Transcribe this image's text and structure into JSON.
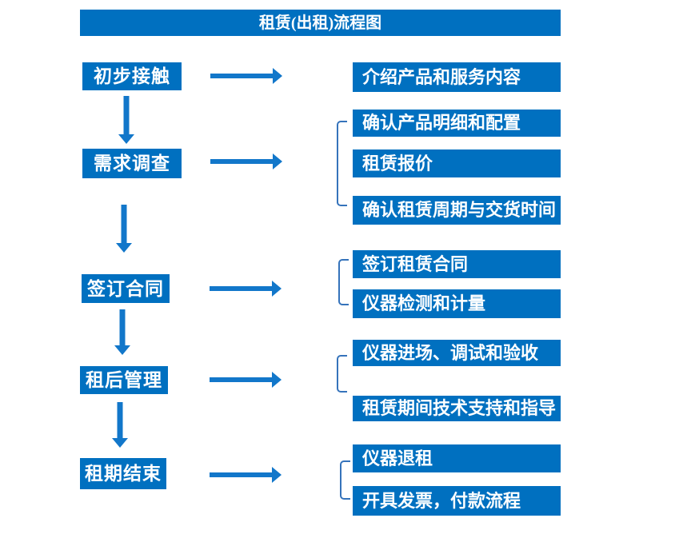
{
  "title": "租赁(出租)流程图",
  "colors": {
    "box_blue": "#0070C0",
    "arrow_blue": "#1277CA",
    "bracket_blue": "#3573BB",
    "text_white": "#FFFFFF",
    "background": "#FFFFFF"
  },
  "steps": [
    {
      "label": "初步接触",
      "details": [
        "介绍产品和服务内容"
      ]
    },
    {
      "label": "需求调查",
      "details": [
        "确认产品明细和配置",
        "租赁报价",
        "确认租赁周期与交货时间"
      ]
    },
    {
      "label": "签订合同",
      "details": [
        "签订租赁合同",
        "仪器检测和计量"
      ]
    },
    {
      "label": "租后管理",
      "details": [
        "仪器进场、调试和验收",
        "租赁期间技术支持和指导"
      ]
    },
    {
      "label": "租期结束",
      "details": [
        "仪器退租",
        "开具发票，付款流程"
      ]
    }
  ]
}
